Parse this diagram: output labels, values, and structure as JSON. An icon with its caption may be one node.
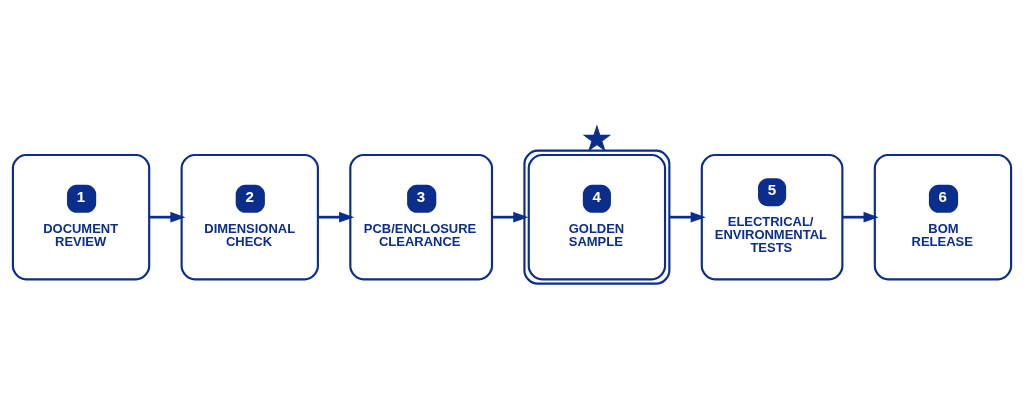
{
  "diagram": {
    "nodes": [
      {
        "text": [
          "1",
          "DOCUMENT REVIEW"
        ]
      },
      {
        "text": [
          "2",
          "DIMENSIONAL CHECK"
        ]
      },
      {
        "text": [
          "3",
          "PCB/ENCLOSURE CLEARANCE"
        ]
      },
      {
        "text": [
          "4",
          "GOLDEN SAMPLE"
        ]
      },
      {
        "text": [
          "5",
          "ELECTRICAL/ ENVIRONMENTAL TESTS"
        ]
      },
      {
        "text": [
          "6",
          "BOM RELEASE"
        ]
      },
      {
        "text": [],
        "shape": "star"
      }
    ],
    "edges": [
      {
        "from": 0,
        "to": 1,
        "arrow": "to"
      },
      {
        "from": 1,
        "to": 2,
        "arrow": "to"
      },
      {
        "from": 2,
        "to": 3,
        "arrow": "to"
      },
      {
        "from": 3,
        "to": 4,
        "arrow": "to"
      },
      {
        "from": 4,
        "to": 5,
        "arrow": "to"
      }
    ]
  }
}
